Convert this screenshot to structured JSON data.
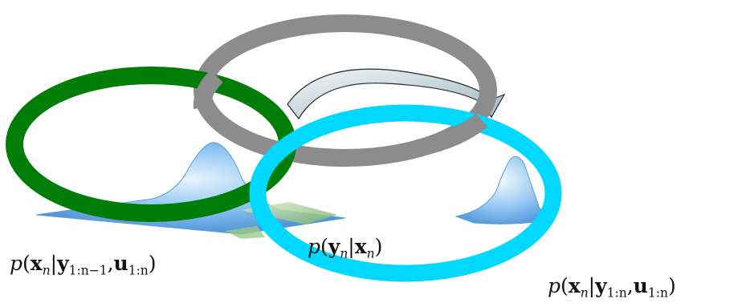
{
  "diagram": {
    "labels": {
      "prior": {
        "p": "p",
        "x": "x",
        "n": "n",
        "bar": "|",
        "y": "y",
        "sub_y": "1:n−1",
        "comma": ",",
        "u": "u",
        "sub_u": "1:n",
        "open": "(",
        "close": ")"
      },
      "likelihood": {
        "p": "p",
        "y": "y",
        "n1": "n",
        "bar": "|",
        "x": "x",
        "n2": "n",
        "open": "(",
        "close": ")"
      },
      "posterior": {
        "p": "p",
        "x": "x",
        "n": "n",
        "bar": "|",
        "y": "y",
        "sub_y": "1:n",
        "comma": ",",
        "u": "u",
        "sub_u": "1:n",
        "open": "(",
        "close": ")"
      }
    },
    "colors": {
      "prior_ring": "#007d07",
      "predict_ring": "#8c8c8c",
      "update_ring": "#00d8ff",
      "gaussian_blue": "#7fb8ee",
      "gaussian_green": "#9cc98a",
      "arrow_fill": "#a9c0c9"
    }
  }
}
